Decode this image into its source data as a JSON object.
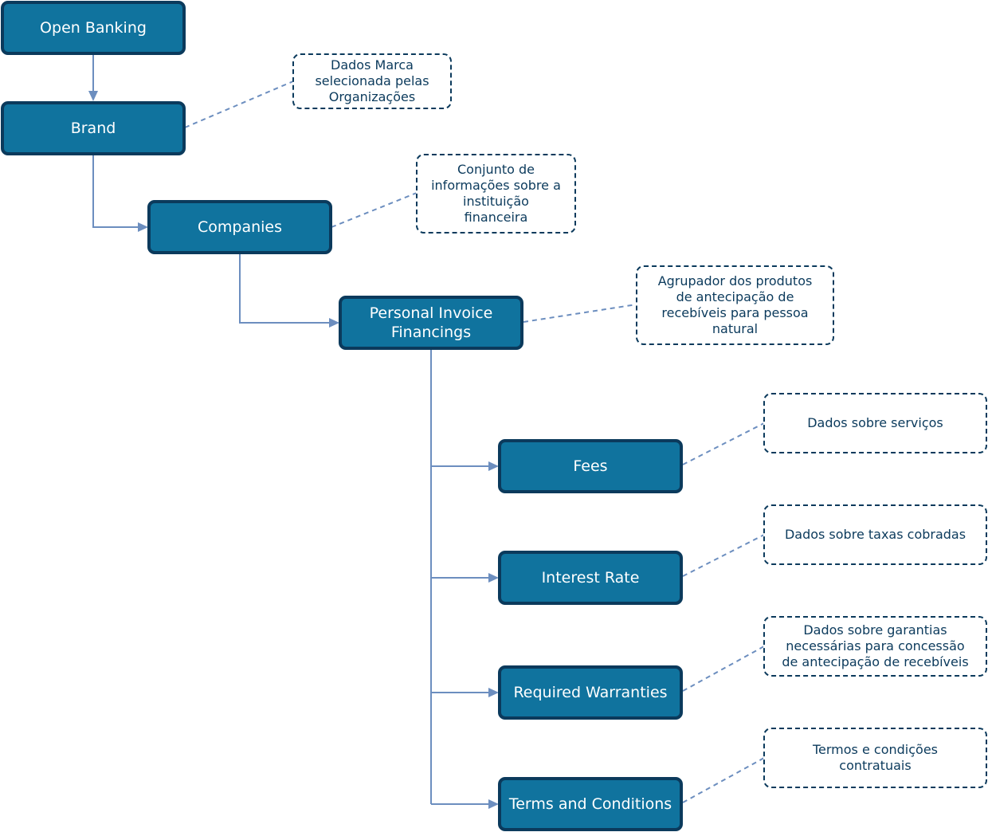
{
  "nodes": {
    "open_banking": "Open Banking",
    "brand": "Brand",
    "companies": "Companies",
    "personal_invoice_financings": "Personal Invoice\nFinancings",
    "fees": "Fees",
    "interest_rate": "Interest Rate",
    "required_warranties": "Required Warranties",
    "terms_and_conditions": "Terms and Conditions"
  },
  "notes": {
    "brand": "Dados Marca\nselecionada pelas\nOrganizações",
    "companies": "Conjunto de\ninformações sobre a\ninstituição\nfinanceira",
    "personal_invoice_financings": "Agrupador dos produtos\nde antecipação de\nrecebíveis para pessoa\nnatural",
    "fees": "Dados sobre serviços",
    "interest_rate": "Dados sobre taxas cobradas",
    "required_warranties": "Dados sobre garantias\nnecessárias para concessão\nde antecipação de recebíveis",
    "terms_and_conditions": "Termos e condições\ncontratuais"
  },
  "colors": {
    "node_fill": "#10739e",
    "node_border": "#0b3a5c",
    "edge": "#6c8ebf",
    "note_border": "#0b3a5c"
  }
}
